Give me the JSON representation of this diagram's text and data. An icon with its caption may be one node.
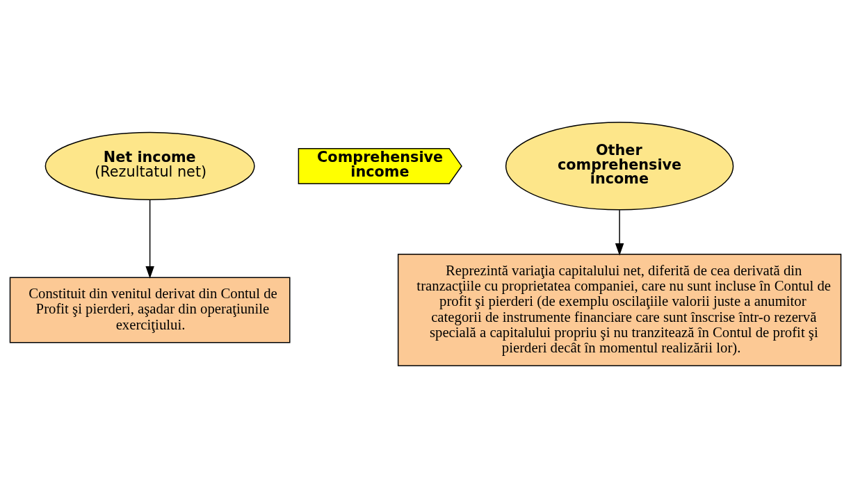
{
  "diagram": {
    "nodes": [
      {
        "text": [
          "Constituit din venitul derivat din Contul de Profit şi pierderi, aşadar din operaţiunile exerciţiului."
        ]
      },
      {
        "text": [
          "Net income",
          "(Rezultatul net)"
        ]
      },
      {
        "text": [
          "Comprehensive income"
        ]
      },
      {
        "text": [
          "Other comprehensive income"
        ]
      },
      {
        "text": [
          "Reprezintă variaţia capitalului net, diferită de cea derivată din tranzacţiile cu proprietatea companiei, care nu sunt incluse în Contul de profit şi pierderi (de exemplu oscilaţiile valorii juste a anumitor categorii de instrumente financiare care sunt înscrise într-o rezervă specială a capitalului propriu şi nu tranzitează în Contul de profit şi pierderi decât în momentul realizării lor)."
        ]
      }
    ],
    "edges": [
      {
        "from": 1,
        "to": 0,
        "arrow": "to"
      },
      {
        "from": 3,
        "to": 4,
        "arrow": "to"
      }
    ]
  }
}
